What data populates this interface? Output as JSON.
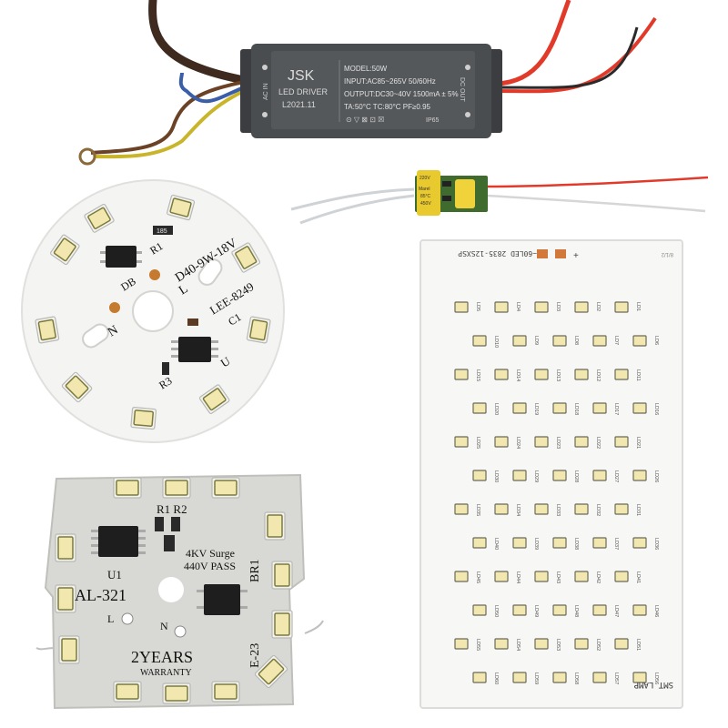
{
  "driver": {
    "brand": "JSK",
    "type": "LED DRIVER",
    "date": "L2021.11",
    "ac_label": "AC IN",
    "dc_label": "DC OUT",
    "model": "MODEL:50W",
    "input": "INPUT:AC85~265V 50/60Hz",
    "output": "OUTPUT:DC30~40V 1500mA ± 5%",
    "temps": "TA:50°C TC:80°C PF≥0.95",
    "ip": "IP65"
  },
  "small_driver": {
    "line1": "220V",
    "line2": "Marel",
    "line3": "85°C",
    "line4": "450V"
  },
  "round_board": {
    "model": "D40-9W-18V",
    "chip": "LEE-8249",
    "r1": "R1",
    "r3": "R3",
    "db": "DB",
    "c1": "C1",
    "l": "L",
    "n": "N",
    "u": "U",
    "res_code": "185"
  },
  "rect_board": {
    "title": "~60LED 2835-12SXSP",
    "footer": "SMT LAMP",
    "plus": "+",
    "corner": "8/1/2",
    "rows": [
      [
        "LD5",
        "LD4",
        "LD3",
        "LD2",
        "LD1"
      ],
      [
        "LD10",
        "LD9",
        "LD8",
        "LD7",
        "LD6"
      ],
      [
        "LD15",
        "LD14",
        "LD13",
        "LD12",
        "LD11"
      ],
      [
        "LD20",
        "LD19",
        "LD18",
        "LD17",
        "LD16"
      ],
      [
        "LD25",
        "LD24",
        "LD23",
        "LD22",
        "LD21"
      ],
      [
        "LD30",
        "LD29",
        "LD28",
        "LD27",
        "LD26"
      ],
      [
        "LD35",
        "LD34",
        "LD33",
        "LD32",
        "LD31"
      ],
      [
        "LD40",
        "LD39",
        "LD38",
        "LD37",
        "LD36"
      ],
      [
        "LD45",
        "LD44",
        "LD43",
        "LD42",
        "LD41"
      ],
      [
        "LD50",
        "LD49",
        "LD48",
        "LD47",
        "LD46"
      ],
      [
        "LD55",
        "LD54",
        "LD53",
        "LD52",
        "LD51"
      ],
      [
        "LD60",
        "LD59",
        "LD58",
        "LD57",
        "LD56"
      ]
    ]
  },
  "square_board": {
    "r1r2": "R1 R2",
    "surge": "4KV Surge",
    "pass": "440V PASS",
    "u1": "U1",
    "model": "AL-321",
    "br": "BR1",
    "e23": "E-23",
    "l": "L",
    "n": "N",
    "years": "2YEARS",
    "warranty": "WARRANTY"
  },
  "colors": {
    "driver_body": "#4a4d50",
    "pcb_white": "#f4f4f2",
    "square_pcb": "#d8d9d4",
    "led_yellow": "#f3e7b0",
    "wire_red": "#e23a2a",
    "wire_brown": "#5a3a22",
    "wire_blue": "#3a5ea8"
  }
}
